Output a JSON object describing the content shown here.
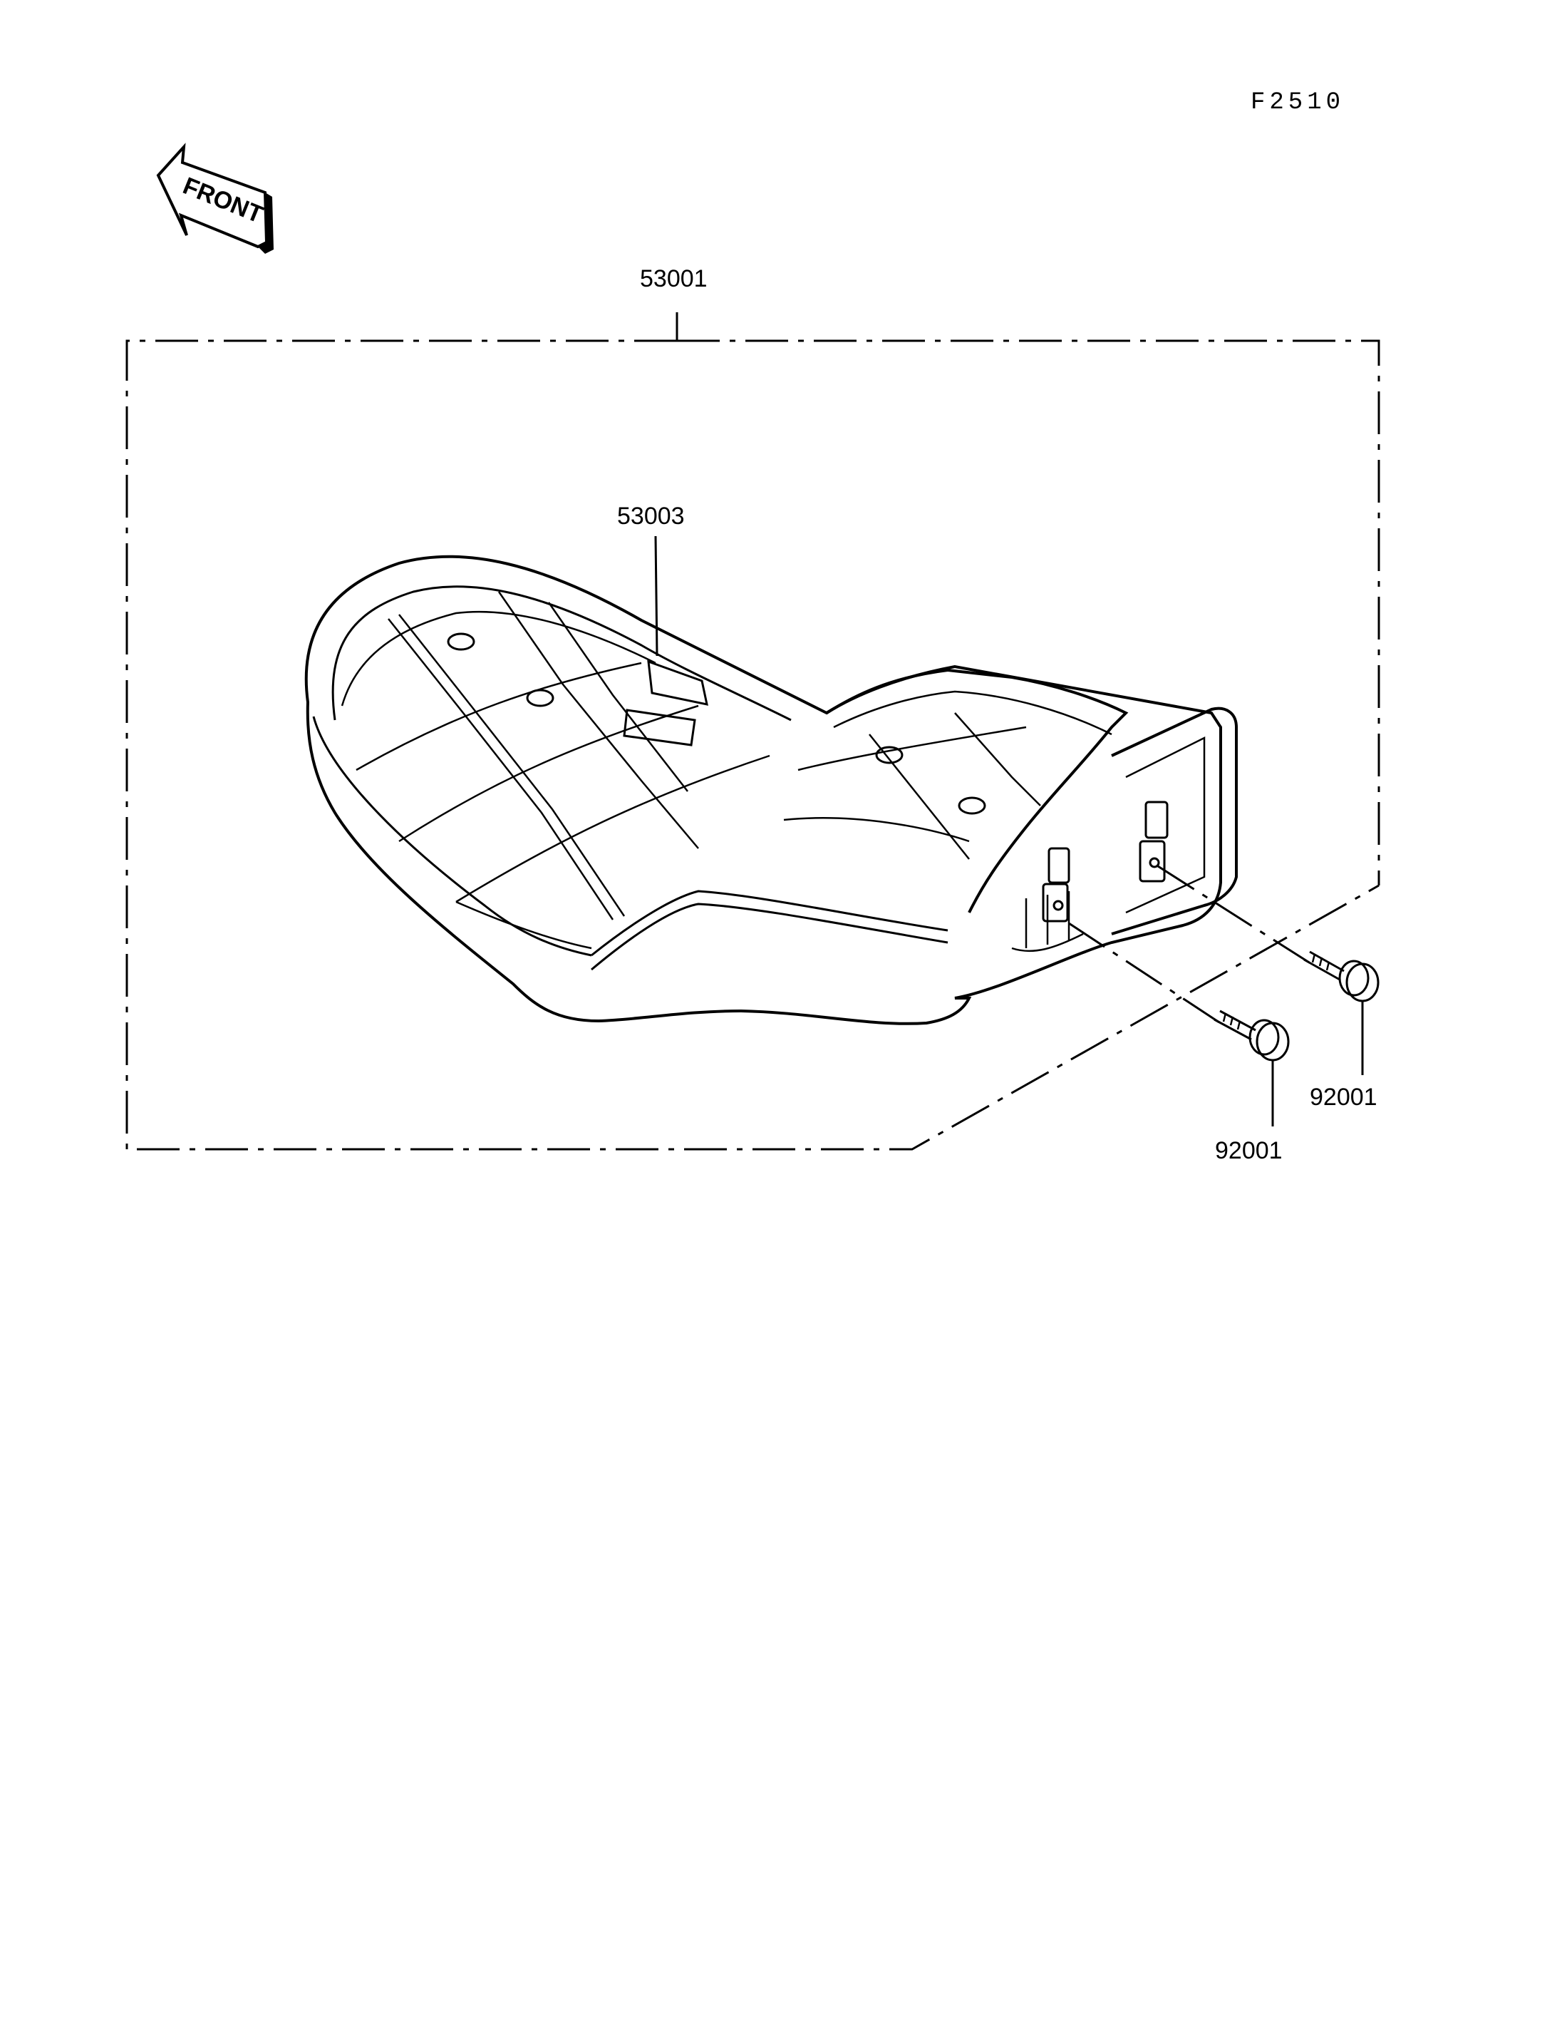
{
  "figure_code": "F2510",
  "front_arrow": {
    "text": "FRONT"
  },
  "callouts": {
    "seat_assy": "53001",
    "strap": "53003",
    "bolt_right": "92001",
    "bolt_bottom": "92001"
  }
}
